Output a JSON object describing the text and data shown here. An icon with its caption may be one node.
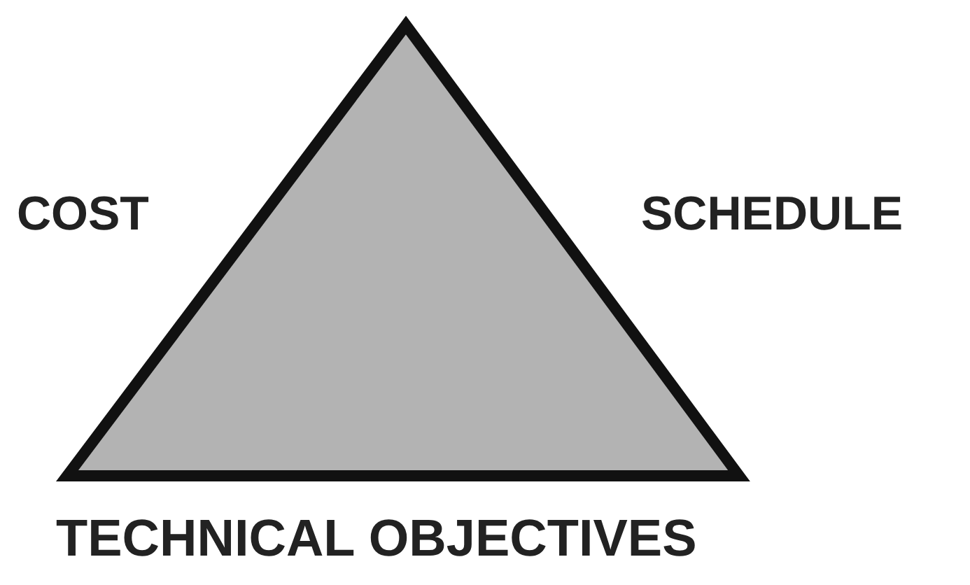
{
  "diagram": {
    "labels": [
      "COST",
      "SCHEDULE",
      "TECHNICAL OBJECTIVES"
    ]
  }
}
